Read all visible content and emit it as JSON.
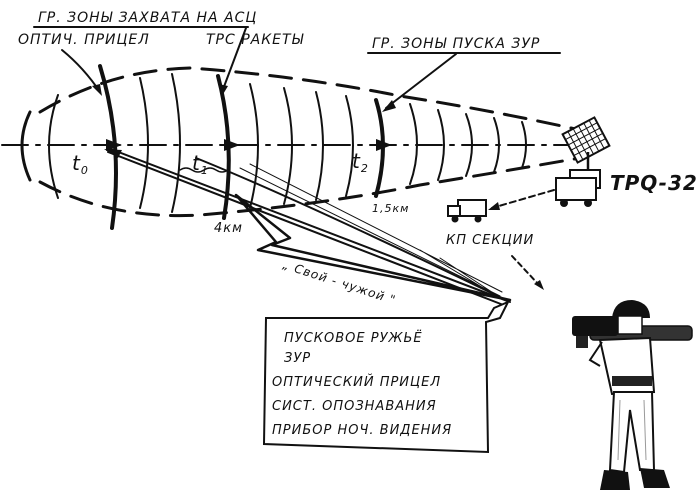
{
  "labels": {
    "capture_zone": "ГР. ЗОНЫ ЗАХВАТА НА АСЦ",
    "optical_sight": "ОПТИЧ. ПРИЦЕЛ",
    "rocket": "ТРС РАКЕТЫ",
    "launch_zone": "ГР. ЗОНЫ ПУСКА ЗУР",
    "t0_base": "t",
    "t0_sub": "0",
    "t1_base": "t",
    "t1_sub": "1",
    "t2_base": "t",
    "t2_sub": "2",
    "range_4km": "4км",
    "range_1_5km": "1,5км",
    "radar": "TPQ-32",
    "command_post": "КП СЕКЦИИ",
    "iff": "„ Свой - чужой \""
  },
  "launcher_box": {
    "lines": [
      "ПУСКОВОЕ РУЖЬЁ",
      "ЗУР",
      "ОПТИЧЕСКИЙ ПРИЦЕЛ",
      "СИСТ. ОПОЗНАВАНИЯ",
      "ПРИБОР НОЧ. ВИДЕНИЯ"
    ]
  }
}
